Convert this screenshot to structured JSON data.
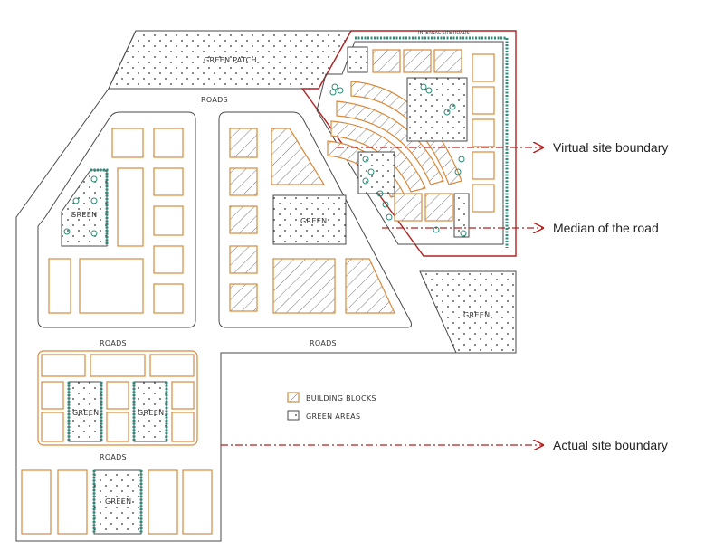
{
  "labels": {
    "green_patch": "GREEN PATCH",
    "internal_roads": "INTERNAL SITE ROADS",
    "roads_top": "ROADS",
    "roads_mid_left": "ROADS",
    "roads_mid_right": "ROADS",
    "roads_bottom": "ROADS",
    "green_left": "GREEN",
    "green_center": "GREEN",
    "green_right": "GREEN",
    "green_lower_1": "GREEN",
    "green_lower_2": "GREEN",
    "green_bottom": "GREEN"
  },
  "legend": {
    "building_blocks": "BUILDING BLOCKS",
    "green_areas": "GREEN AREAS"
  },
  "callouts": {
    "virtual_boundary": "Virtual site boundary",
    "median": "Median of the road",
    "actual_boundary": "Actual site boundary"
  },
  "colors": {
    "building_outline": "#d98a3a",
    "boundary_red": "#b22222",
    "tree_teal": "#2a8c7a",
    "road_line": "#4a4a4a"
  }
}
